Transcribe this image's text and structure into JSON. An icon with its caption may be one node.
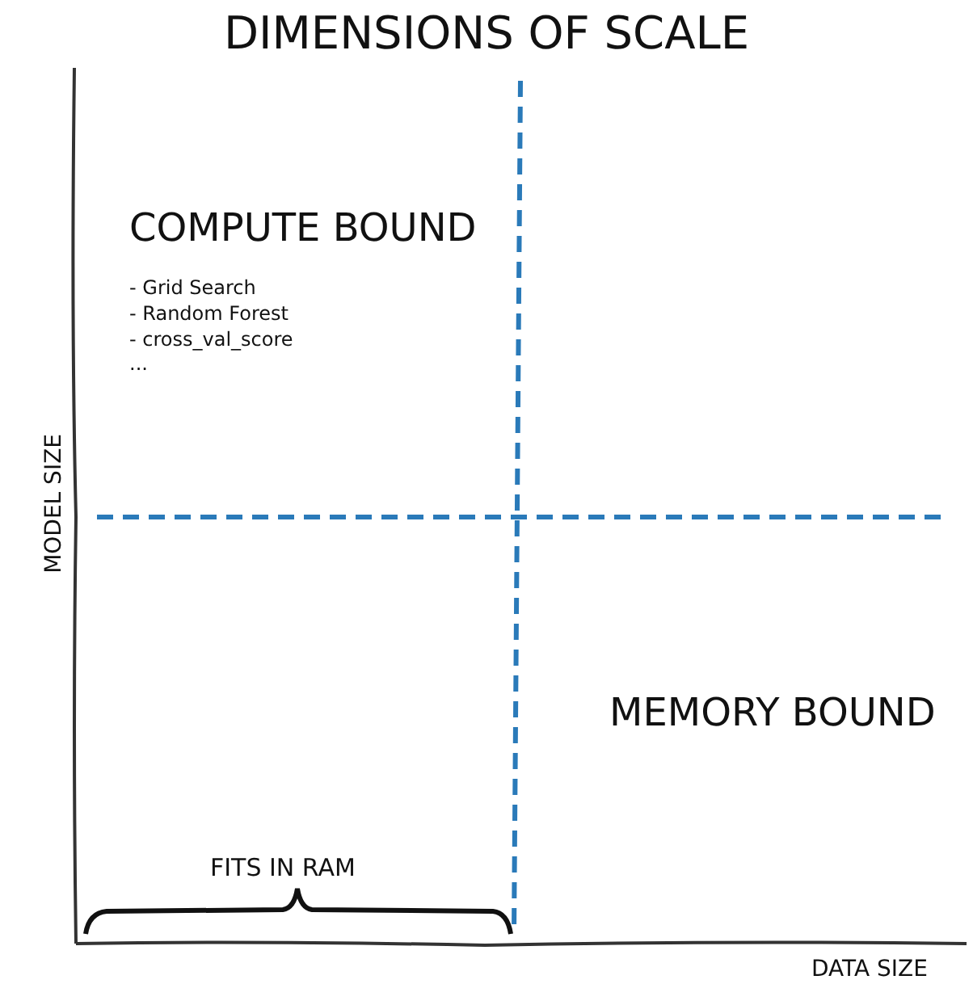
{
  "diagram": {
    "title": "DIMENSIONS OF SCALE",
    "labels": [
      "COMPUTE BOUND",
      "- Grid Search",
      "- Random Forest",
      "- cross_val_score",
      "...",
      "MODEL SIZE",
      "MEMORY BOUND",
      "FITS IN RAM",
      "DATA SIZE"
    ]
  }
}
